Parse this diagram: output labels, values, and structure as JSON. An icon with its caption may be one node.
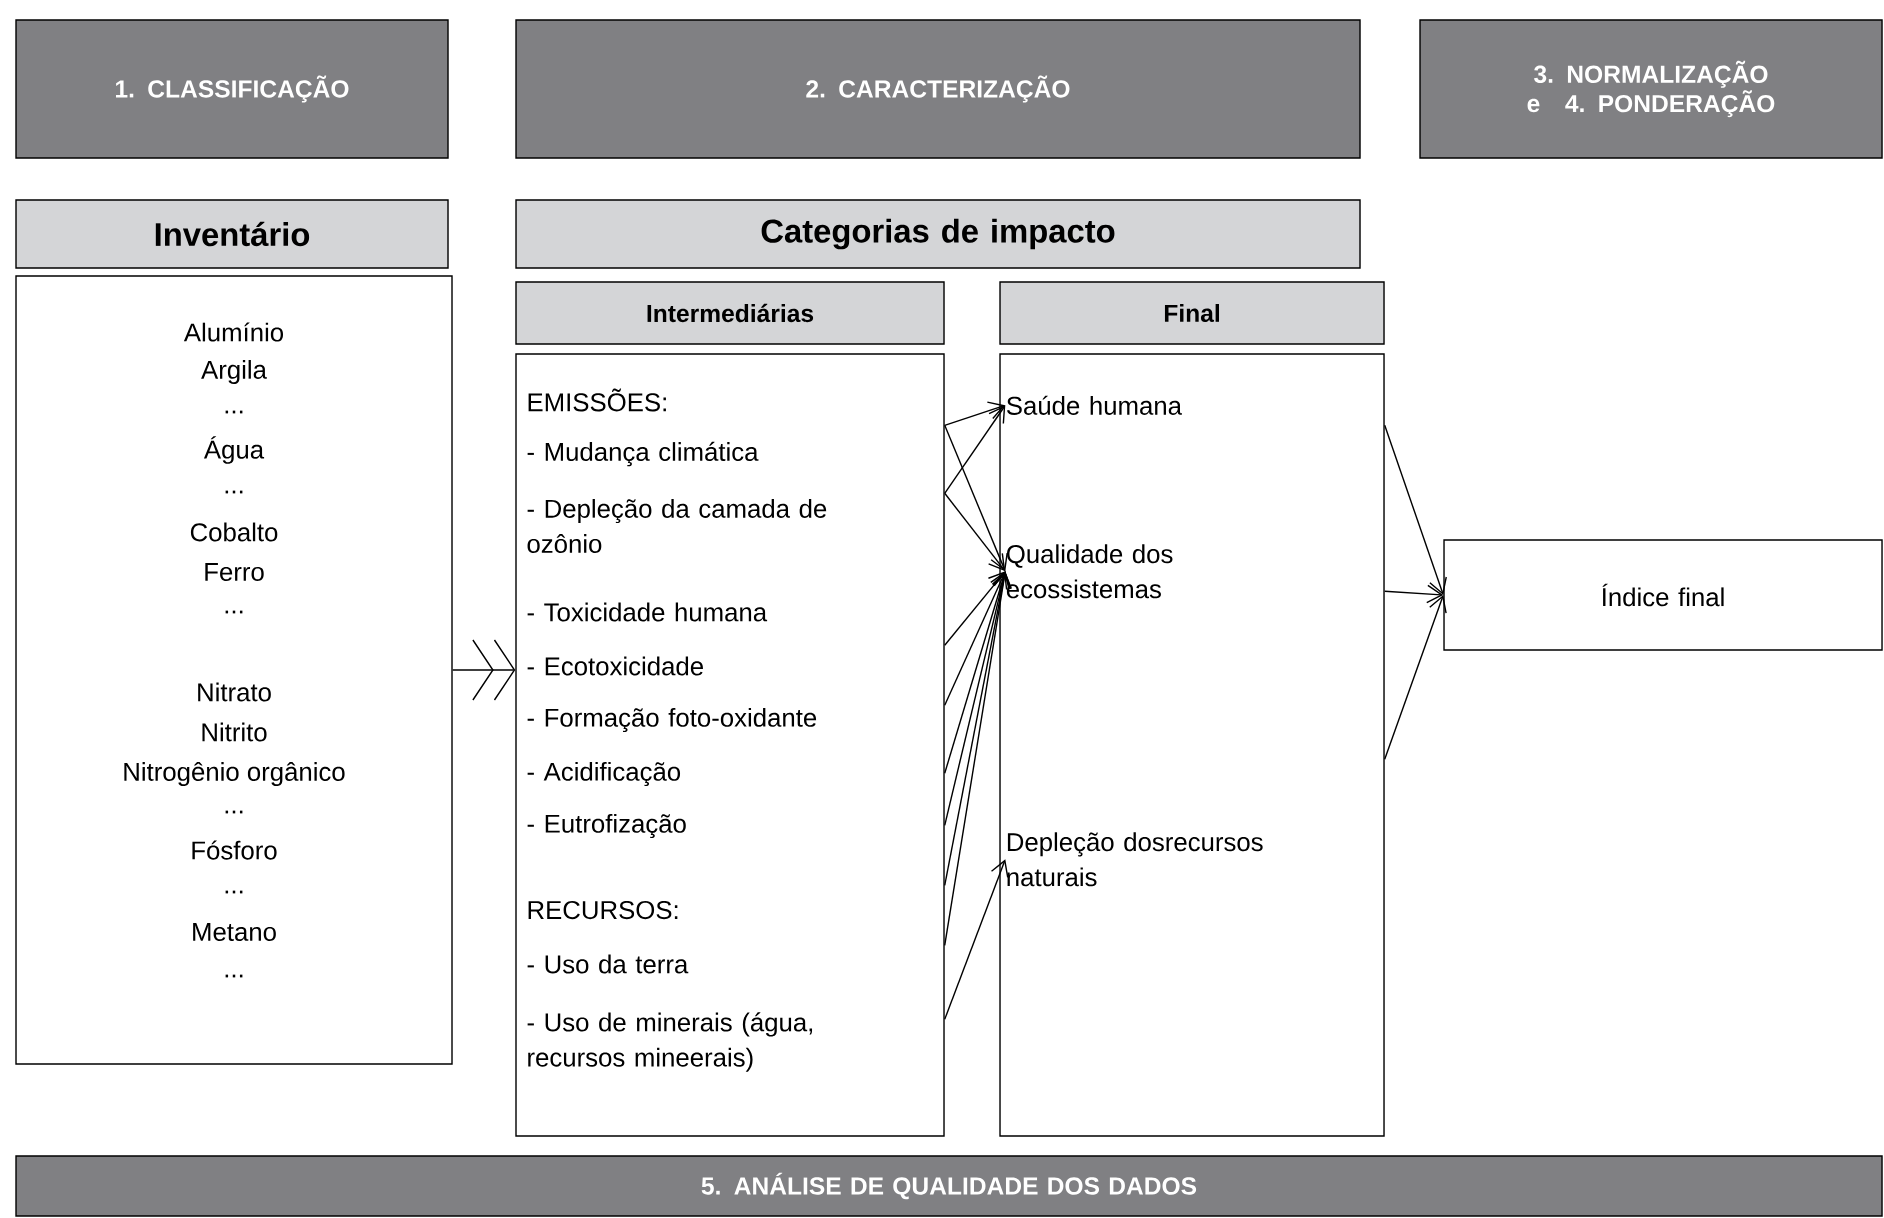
{
  "diagram": {
    "nodes": [
      {
        "text": [
          "1. CLASSIFICAÇÃO"
        ]
      },
      {
        "text": [
          "2. CARACTERIZAÇÃO"
        ]
      },
      {
        "text": [
          "3. NORMALIZAÇÃO e 4. PONDERAÇÃO"
        ]
      },
      {
        "text": [
          "Inventário"
        ]
      },
      {
        "text": [
          "Alumínio",
          "Argila",
          "...",
          "Água",
          "...",
          "Cobalto",
          "Ferro",
          "...",
          "Nitrato",
          "Nitrito",
          "Nitrogênio orgânico",
          "...",
          "Fósforo",
          "...",
          "Metano",
          "..."
        ]
      },
      {
        "text": [
          "Categorias de impacto"
        ]
      },
      {
        "text": [
          "Intermediárias"
        ]
      },
      {
        "text": [
          "EMISSÕES:",
          "- Mudança climática",
          "- Depleção da camada de ozônio",
          "- Toxicidade humana",
          "- Ecotoxicidade",
          "- Formação foto-oxidante",
          "- Acidificação",
          "- Eutrofização",
          "RECURSOS:",
          "- Uso da terra",
          "- Uso de minerais (água, recursos mineerais)"
        ]
      },
      {
        "text": [
          "Final"
        ]
      },
      {
        "text": [],
        "shape": "box"
      },
      {
        "text": [
          "Saúde humana"
        ],
        "in": 9
      },
      {
        "text": [
          "Qualidade dos ecossistemas"
        ],
        "in": 9
      },
      {
        "text": [
          "Depleção dosrecursos naturais"
        ],
        "in": 9
      },
      {
        "text": [
          "Índice final"
        ]
      },
      {
        "text": [
          "5. ANÁLISE DE QUALIDADE DOS DADOS"
        ]
      }
    ],
    "edges": [
      {
        "from": 4,
        "to": 7,
        "arrow": "to"
      },
      {
        "from": 7,
        "to": 10,
        "arrow": "to"
      },
      {
        "from": 7,
        "to": 10,
        "arrow": "to"
      },
      {
        "from": 7,
        "to": 11,
        "arrow": "to"
      },
      {
        "from": 7,
        "to": 11,
        "arrow": "to"
      },
      {
        "from": 7,
        "to": 11,
        "arrow": "to"
      },
      {
        "from": 7,
        "to": 11,
        "arrow": "to"
      },
      {
        "from": 7,
        "to": 11,
        "arrow": "to"
      },
      {
        "from": 7,
        "to": 11,
        "arrow": "to"
      },
      {
        "from": 7,
        "to": 11,
        "arrow": "to"
      },
      {
        "from": 7,
        "to": 11,
        "arrow": "to"
      },
      {
        "from": 7,
        "to": 12,
        "arrow": "to"
      },
      {
        "from": 9,
        "to": 13,
        "arrow": "to"
      },
      {
        "from": 9,
        "to": 13,
        "arrow": "to"
      },
      {
        "from": 9,
        "to": 13,
        "arrow": "to"
      }
    ]
  }
}
